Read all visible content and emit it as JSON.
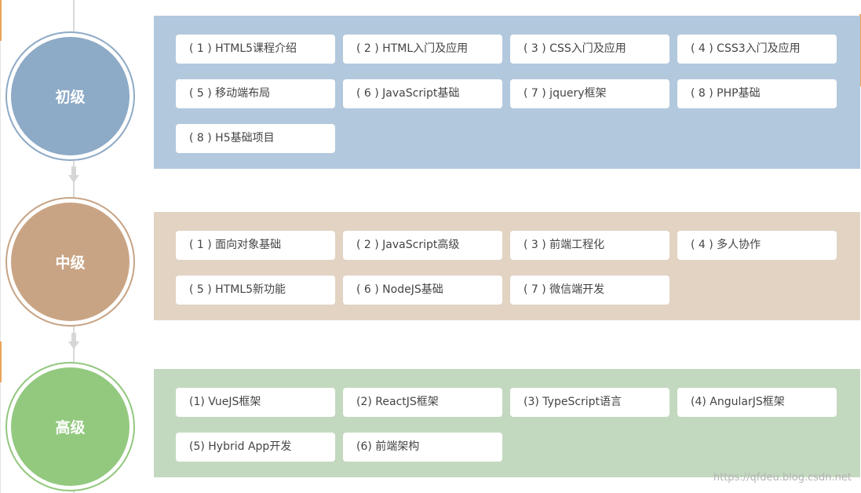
{
  "levels": [
    {
      "label": "初级",
      "ring_color": "#8eaac6",
      "fill_color": "#8daac6",
      "panel_color": "#b2c8dd",
      "courses": [
        "( 1 ) HTML5课程介绍",
        "( 2 ) HTML入门及应用",
        "( 3 ) CSS入门及应用",
        "( 4 ) CSS3入门及应用",
        "( 5 ) 移动端布局",
        "( 6 ) JavaScript基础",
        "( 7 ) jquery框架",
        "( 8 ) PHP基础",
        "( 8 ) H5基础项目"
      ]
    },
    {
      "label": "中级",
      "ring_color": "#c6a486",
      "fill_color": "#c9a484",
      "panel_color": "#e2d3c3",
      "courses": [
        "( 1 ) 面向对象基础",
        "( 2 ) JavaScript高级",
        "( 3 ) 前端工程化",
        "( 4 ) 多人协作",
        "( 5 ) HTML5新功能",
        "( 6 ) NodeJS基础",
        "( 7 ) 微信端开发"
      ]
    },
    {
      "label": "高级",
      "ring_color": "#92c77e",
      "fill_color": "#93c97f",
      "panel_color": "#c3d9bf",
      "courses": [
        "(1) VueJS框架",
        "(2) ReactJS框架",
        "(3) TypeScript语言",
        "(4) AngularJS框架",
        "(5) Hybrid App开发",
        "(6) 前端架构"
      ]
    }
  ],
  "watermark": "https://qfdeu.blog.csdn.net"
}
